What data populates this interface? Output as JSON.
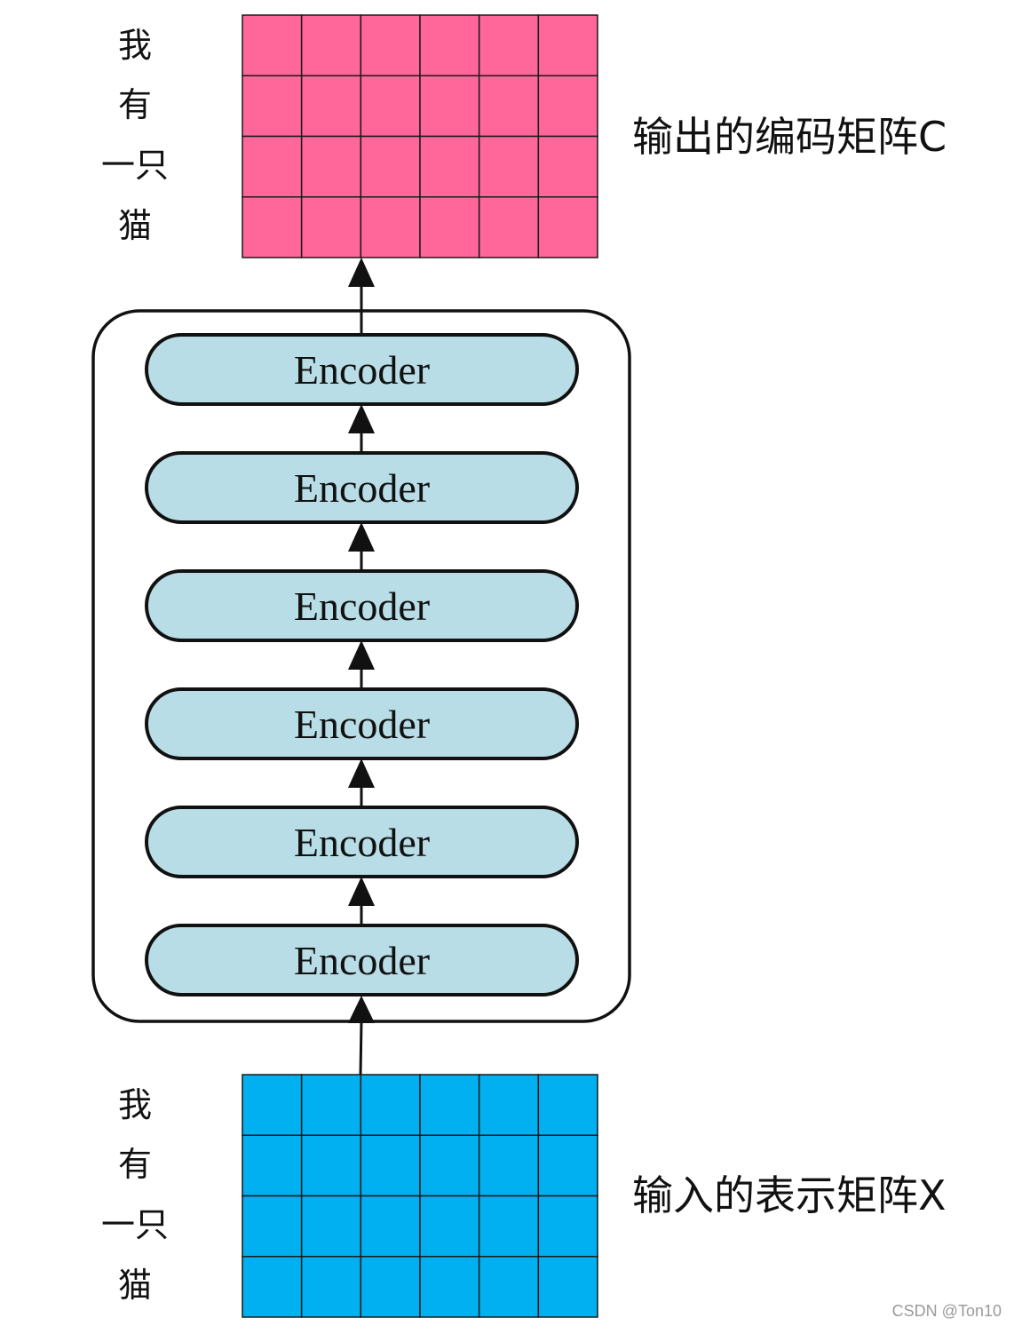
{
  "output_matrix": {
    "caption": "输出的编码矩阵C",
    "rows": 4,
    "cols": 6,
    "color": "#FF6699",
    "words": [
      "我",
      "有",
      "一只",
      "猫"
    ]
  },
  "input_matrix": {
    "caption": "输入的表示矩阵X",
    "rows": 4,
    "cols": 6,
    "color": "#00B0F0",
    "words": [
      "我",
      "有",
      "一只",
      "猫"
    ]
  },
  "encoder_stack": {
    "layers": [
      "Encoder",
      "Encoder",
      "Encoder",
      "Encoder",
      "Encoder",
      "Encoder"
    ],
    "block_fill": "#B8DDE6",
    "container_border": "#111111"
  },
  "watermark": "CSDN @Ton10"
}
